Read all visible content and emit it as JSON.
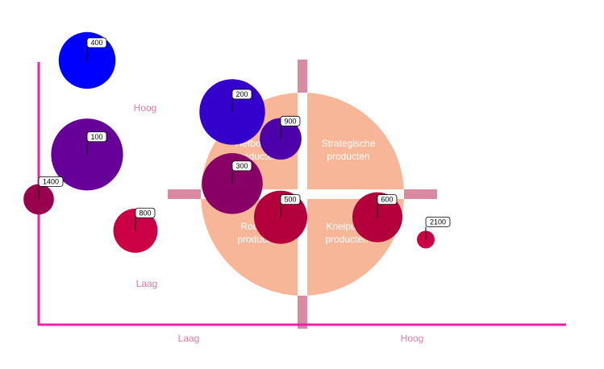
{
  "chart_data": {
    "type": "scatter",
    "subtype": "bubble",
    "title": "",
    "x_axis": {
      "low_label": "Laag",
      "high_label": "Hoog"
    },
    "y_axis": {
      "low_label": "Laag",
      "high_label": "Hoog"
    },
    "xlim": [
      0,
      10
    ],
    "ylim": [
      0,
      10
    ],
    "quadrants": [
      {
        "id": "tl",
        "line1": "Hefboom-",
        "line2": "producten"
      },
      {
        "id": "tr",
        "line1": "Strategische",
        "line2": "producten"
      },
      {
        "id": "bl",
        "line1": "Routine-",
        "line2": "producten"
      },
      {
        "id": "br",
        "line1": "Knelpunt-",
        "line2": "producten"
      }
    ],
    "points": [
      {
        "label": "400",
        "x": 1.0,
        "y": 10.0,
        "size": 400,
        "color": "#0000ff"
      },
      {
        "label": "100",
        "x": 1.0,
        "y": 5.8,
        "size": 100,
        "color": "#660099"
      },
      {
        "label": "1400",
        "x": 0.0,
        "y": 3.8,
        "size": 1400,
        "color": "#99004d"
      },
      {
        "label": "800",
        "x": 2.0,
        "y": 2.4,
        "size": 800,
        "color": "#cc0044"
      },
      {
        "label": "200",
        "x": 4.0,
        "y": 7.7,
        "size": 200,
        "color": "#3300cc"
      },
      {
        "label": "900",
        "x": 5.0,
        "y": 6.5,
        "size": 900,
        "color": "#4d00aa"
      },
      {
        "label": "300",
        "x": 4.0,
        "y": 4.5,
        "size": 300,
        "color": "#880066"
      },
      {
        "label": "500",
        "x": 5.0,
        "y": 3.0,
        "size": 500,
        "color": "#b3003c"
      },
      {
        "label": "600",
        "x": 7.0,
        "y": 3.0,
        "size": 600,
        "color": "#b3003c"
      },
      {
        "label": "2100",
        "x": 8.0,
        "y": 2.0,
        "size": 2100,
        "color": "#cc0044"
      }
    ]
  },
  "colors": {
    "axis": "#ee22aa",
    "quadrant_fill": "#f7b698",
    "cross_bar": "#d98aa0",
    "axis_label": "#e07aa6"
  }
}
